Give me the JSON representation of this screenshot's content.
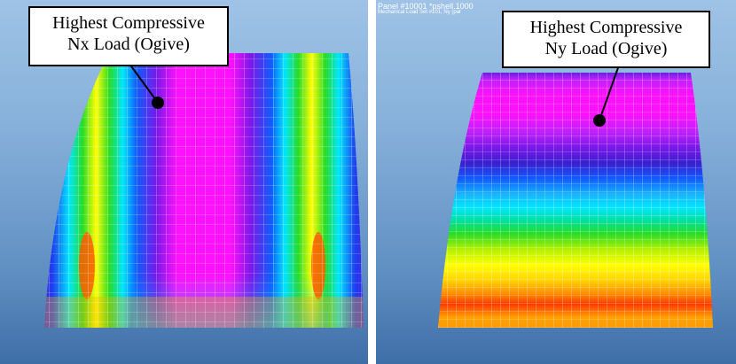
{
  "left_view": {
    "callout_line1": "Highest Compressive",
    "callout_line2": "Nx Load (Ogive)"
  },
  "right_view": {
    "header_line1": "Panel #10001 *pshell.1000",
    "header_line2": "Mechanical Load Set #101, Ny (par",
    "callout_line1": "Highest Compressive",
    "callout_line2": "Ny Load (Ogive)"
  },
  "colors": {
    "background_top": "#9fc3e6",
    "background_bottom": "#3e6ea6",
    "mesh_line": "#ffffff",
    "marker": "#000000",
    "contour_scale": [
      "#ff8c00",
      "#ff3a00",
      "#ffd200",
      "#ffff00",
      "#b4f000",
      "#28dc28",
      "#00e0a0",
      "#00e6ff",
      "#18b6ff",
      "#0f5cff",
      "#3a1fd0",
      "#7a18e8",
      "#c020ff",
      "#ff10ff"
    ]
  }
}
